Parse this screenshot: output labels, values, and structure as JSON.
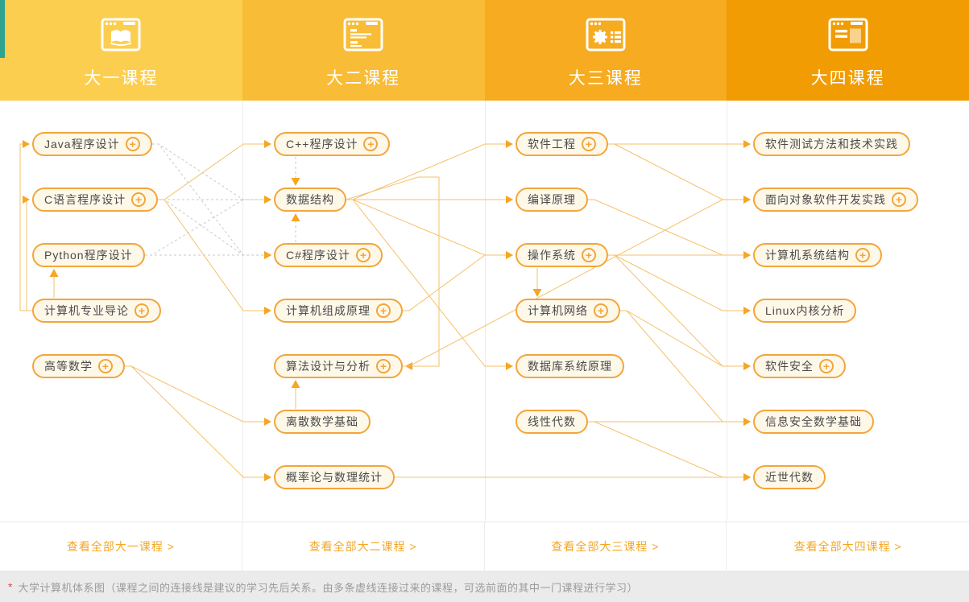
{
  "palette": {
    "header_colors": [
      "#FCCE50",
      "#F9BC36",
      "#F6AB20",
      "#F19C02"
    ],
    "side_strip": "#2FA38E",
    "pill_bg": "#FEF8E9",
    "pill_border": "#F3A53B",
    "solid_line": "#F6C06A",
    "dashed_line": "#C9C9C9",
    "arrow": "#F5A623",
    "accent": "#F5A623",
    "asterisk": "#E64545",
    "footnote_text": "#9B9B9B"
  },
  "header": {
    "columns": [
      {
        "title": "大一课程",
        "icon": "browser-open-book-icon"
      },
      {
        "title": "大二课程",
        "icon": "browser-code-lines-icon"
      },
      {
        "title": "大三课程",
        "icon": "browser-gear-icon"
      },
      {
        "title": "大四课程",
        "icon": "browser-layout-icon"
      }
    ]
  },
  "columns": [
    {
      "title": "大一课程",
      "courses": [
        {
          "id": "0-0",
          "label": "Java程序设计",
          "plus": true,
          "row": 0
        },
        {
          "id": "0-1",
          "label": "C语言程序设计",
          "plus": true,
          "row": 1
        },
        {
          "id": "0-2",
          "label": "Python程序设计",
          "plus": false,
          "row": 2
        },
        {
          "id": "0-3",
          "label": "计算机专业导论",
          "plus": true,
          "row": 3
        },
        {
          "id": "0-4",
          "label": "高等数学",
          "plus": true,
          "row": 4
        }
      ]
    },
    {
      "title": "大二课程",
      "courses": [
        {
          "id": "1-0",
          "label": "C++程序设计",
          "plus": true,
          "row": 0
        },
        {
          "id": "1-1",
          "label": "数据结构",
          "plus": false,
          "row": 1
        },
        {
          "id": "1-2",
          "label": "C#程序设计",
          "plus": true,
          "row": 2
        },
        {
          "id": "1-3",
          "label": "计算机组成原理",
          "plus": true,
          "row": 3
        },
        {
          "id": "1-4",
          "label": "算法设计与分析",
          "plus": true,
          "row": 4
        },
        {
          "id": "1-5",
          "label": "离散数学基础",
          "plus": false,
          "row": 5
        },
        {
          "id": "1-6",
          "label": "概率论与数理统计",
          "plus": false,
          "row": 6
        }
      ]
    },
    {
      "title": "大三课程",
      "courses": [
        {
          "id": "2-0",
          "label": "软件工程",
          "plus": true,
          "row": 0
        },
        {
          "id": "2-1",
          "label": "编译原理",
          "plus": false,
          "row": 1
        },
        {
          "id": "2-2",
          "label": "操作系统",
          "plus": true,
          "row": 2
        },
        {
          "id": "2-3",
          "label": "计算机网络",
          "plus": true,
          "row": 3
        },
        {
          "id": "2-4",
          "label": "数据库系统原理",
          "plus": false,
          "row": 4
        },
        {
          "id": "2-5",
          "label": "线性代数",
          "plus": false,
          "row": 5
        }
      ]
    },
    {
      "title": "大四课程",
      "courses": [
        {
          "id": "3-0",
          "label": "软件测试方法和技术实践",
          "plus": false,
          "row": 0
        },
        {
          "id": "3-1",
          "label": "面向对象软件开发实践",
          "plus": true,
          "row": 1
        },
        {
          "id": "3-2",
          "label": "计算机系统结构",
          "plus": true,
          "row": 2
        },
        {
          "id": "3-3",
          "label": "Linux内核分析",
          "plus": false,
          "row": 3
        },
        {
          "id": "3-4",
          "label": "软件安全",
          "plus": true,
          "row": 4
        },
        {
          "id": "3-5",
          "label": "信息安全数学基础",
          "plus": false,
          "row": 5
        },
        {
          "id": "3-6",
          "label": "近世代数",
          "plus": false,
          "row": 6
        }
      ]
    }
  ],
  "connections": [
    {
      "from": "0-3",
      "to": "0-0",
      "style": "solid",
      "route": "left",
      "off": 15
    },
    {
      "from": "0-3",
      "to": "0-1",
      "style": "solid",
      "route": "left",
      "off": 7
    },
    {
      "from": "0-3",
      "to": "0-2",
      "style": "solid",
      "route": "vertical"
    },
    {
      "from": "0-1",
      "to": "1-0",
      "style": "solid"
    },
    {
      "from": "0-1",
      "to": "1-3",
      "style": "solid"
    },
    {
      "from": "0-4",
      "to": "1-5",
      "style": "solid"
    },
    {
      "from": "0-4",
      "to": "1-6",
      "style": "solid"
    },
    {
      "from": "1-5",
      "to": "1-4",
      "style": "solid",
      "route": "vertical"
    },
    {
      "from": "1-1",
      "to": "1-4",
      "style": "solid",
      "route": "right"
    },
    {
      "from": "1-1",
      "to": "2-0",
      "style": "solid"
    },
    {
      "from": "1-1",
      "to": "2-1",
      "style": "solid"
    },
    {
      "from": "1-1",
      "to": "2-2",
      "style": "solid"
    },
    {
      "from": "1-3",
      "to": "2-2",
      "style": "solid"
    },
    {
      "from": "1-1",
      "to": "2-4",
      "style": "solid"
    },
    {
      "from": "1-4",
      "to": "3-1",
      "style": "solid"
    },
    {
      "from": "1-6",
      "to": "3-6",
      "style": "solid"
    },
    {
      "from": "2-2",
      "to": "2-3",
      "style": "solid",
      "route": "vertical"
    },
    {
      "from": "2-0",
      "to": "3-0",
      "style": "solid"
    },
    {
      "from": "2-0",
      "to": "3-1",
      "style": "solid"
    },
    {
      "from": "2-1",
      "to": "3-2",
      "style": "solid"
    },
    {
      "from": "2-2",
      "to": "3-2",
      "style": "solid"
    },
    {
      "from": "2-2",
      "to": "3-3",
      "style": "solid"
    },
    {
      "from": "2-2",
      "to": "3-4",
      "style": "solid"
    },
    {
      "from": "2-3",
      "to": "3-4",
      "style": "solid"
    },
    {
      "from": "2-3",
      "to": "3-5",
      "style": "solid"
    },
    {
      "from": "2-5",
      "to": "3-5",
      "style": "solid"
    },
    {
      "from": "2-5",
      "to": "3-6",
      "style": "solid"
    },
    {
      "from": "0-0",
      "to": "1-1",
      "style": "dashed"
    },
    {
      "from": "0-1",
      "to": "1-1",
      "style": "dashed"
    },
    {
      "from": "0-2",
      "to": "1-1",
      "style": "dashed"
    },
    {
      "from": "0-0",
      "to": "1-2",
      "style": "dashed"
    },
    {
      "from": "0-1",
      "to": "1-2",
      "style": "dashed"
    },
    {
      "from": "0-2",
      "to": "1-2",
      "style": "dashed"
    },
    {
      "from": "1-0",
      "to": "1-1",
      "style": "dashed",
      "route": "vertical"
    },
    {
      "from": "1-2",
      "to": "1-1",
      "style": "dashed",
      "route": "vertical"
    }
  ],
  "footer": {
    "links": [
      "查看全部大一课程 >",
      "查看全部大二课程 >",
      "查看全部大三课程 >",
      "查看全部大四课程 >"
    ]
  },
  "footnote": {
    "marker": "*",
    "text": "大学计算机体系图（课程之间的连接线是建议的学习先后关系。由多条虚线连接过来的课程，可选前面的其中一门课程进行学习）"
  }
}
